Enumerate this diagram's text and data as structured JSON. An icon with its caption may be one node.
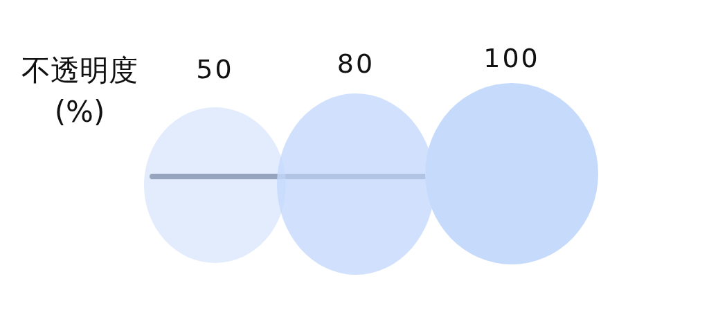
{
  "diagram": {
    "nodes": [
      {
        "text": [
          "50"
        ]
      },
      {
        "text": [
          "80"
        ]
      },
      {
        "text": [
          "100"
        ]
      }
    ],
    "labels": [
      "不透明度 (%)"
    ]
  }
}
